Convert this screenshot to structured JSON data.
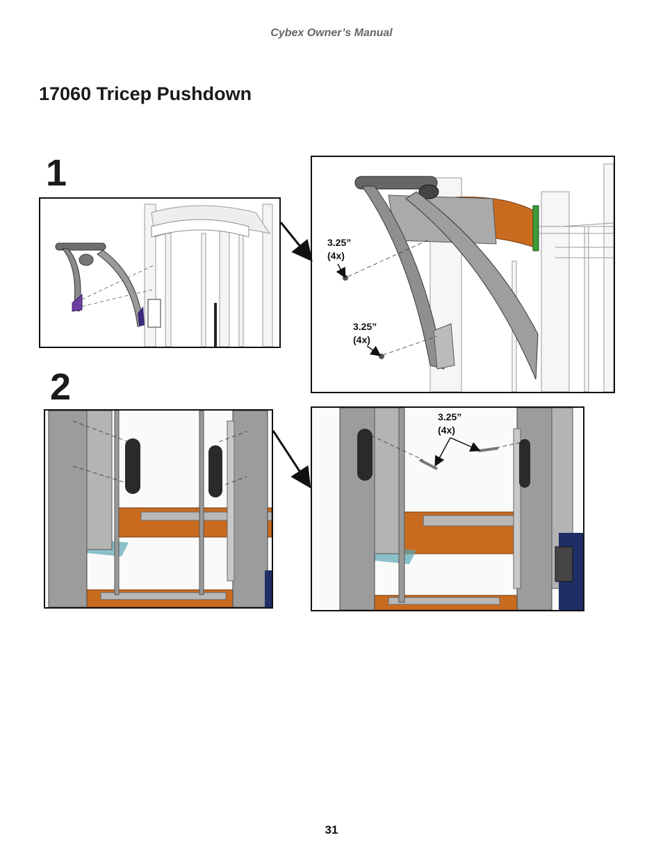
{
  "header": {
    "manual_title": "Cybex Owner’s Manual"
  },
  "section": {
    "title": "17060 Tricep Pushdown"
  },
  "steps": [
    {
      "number": "1",
      "callouts": [
        "3.25”",
        "(4x)",
        "3.25”",
        "(4x)"
      ]
    },
    {
      "number": "2",
      "callouts": [
        "3.25”",
        "(4x)"
      ]
    }
  ],
  "footer": {
    "page_number": "31"
  },
  "colors": {
    "frame_gray": "#a9a9a9",
    "orange_tube": "#c96b1f",
    "purple_plate": "#6b3fa0",
    "green_bracket": "#3d9a3a",
    "navy_base": "#1f2f66"
  }
}
